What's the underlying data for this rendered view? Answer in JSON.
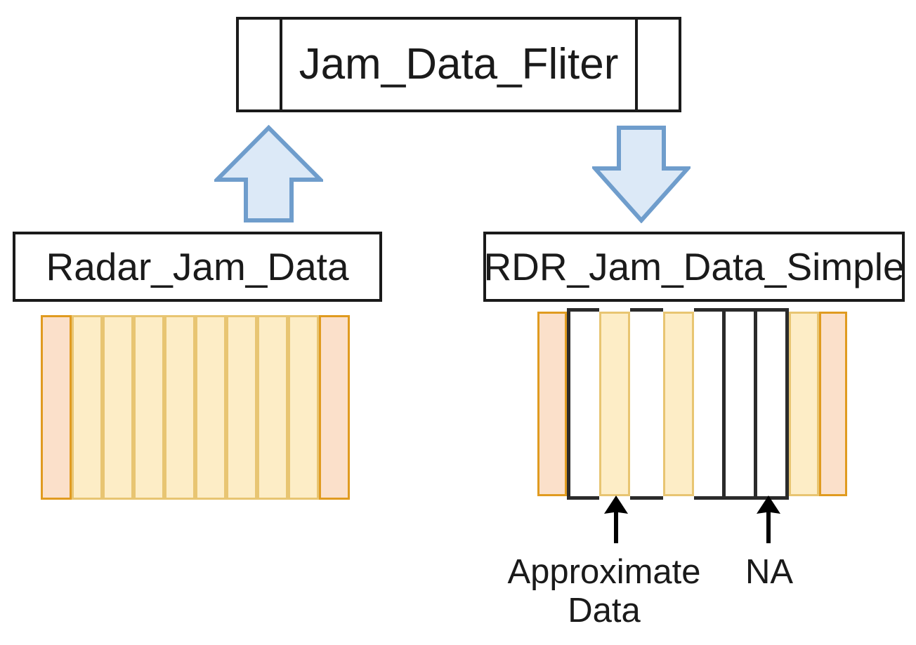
{
  "diagram": {
    "title": "Radar jam data filtering flow",
    "colors": {
      "box_border": "#1a1a1a",
      "arrow_fill": "#DCE9F7",
      "arrow_stroke": "#6F9DCC",
      "stripe_peach_fill": "#FBE0CA",
      "stripe_peach_border": "#E09B20",
      "stripe_yellow_fill": "#FDEDC6",
      "stripe_yellow_border": "#E8C572",
      "gap_border": "#2b2b2b",
      "callout_arrow": "#000000"
    },
    "filter_box": {
      "label": "Jam_Data_Fliter"
    },
    "source_box": {
      "label": "Radar_Jam_Data"
    },
    "result_box": {
      "label": "RDR_Jam_Data_Simple"
    },
    "arrows": {
      "input_arrow_name": "up-arrow",
      "output_arrow_name": "down-arrow"
    },
    "source_stripes": [
      {
        "kind": "peach"
      },
      {
        "kind": "yellow"
      },
      {
        "kind": "yellow"
      },
      {
        "kind": "yellow"
      },
      {
        "kind": "yellow"
      },
      {
        "kind": "yellow"
      },
      {
        "kind": "yellow"
      },
      {
        "kind": "yellow"
      },
      {
        "kind": "yellow"
      },
      {
        "kind": "peach"
      }
    ],
    "result_stripes": [
      {
        "kind": "peach"
      },
      {
        "kind": "gap-edge-left"
      },
      {
        "kind": "yellow"
      },
      {
        "kind": "gap"
      },
      {
        "kind": "yellow"
      },
      {
        "kind": "gap-rule-right"
      },
      {
        "kind": "gap-rule-right"
      },
      {
        "kind": "gap-edge-right"
      },
      {
        "kind": "yellow"
      },
      {
        "kind": "peach"
      }
    ],
    "callouts": [
      {
        "id": "approximate-data",
        "label": "Approximate\nData"
      },
      {
        "id": "na",
        "label": "NA"
      }
    ]
  }
}
